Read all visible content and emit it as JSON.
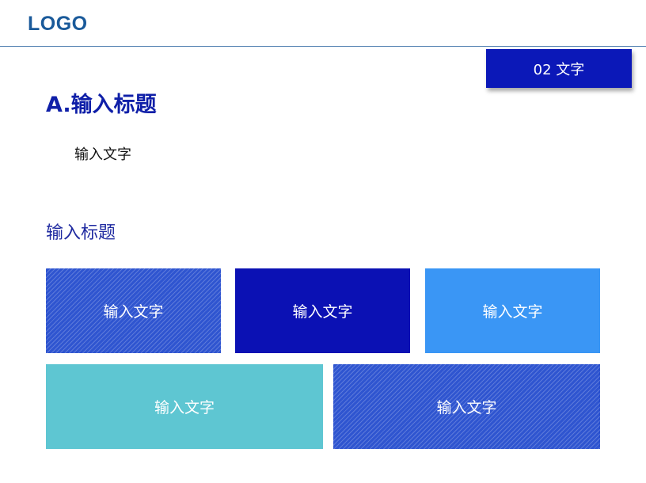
{
  "header": {
    "logo": "LOGO"
  },
  "section_tag": {
    "label": "02 文字",
    "color": "#0b18b8"
  },
  "main": {
    "title": "A.输入标题",
    "body_text": "输入文字",
    "subtitle": "输入标题"
  },
  "boxes": [
    {
      "label": "输入文字",
      "color": "#2f55d0",
      "pattern": "diagonal-hatch"
    },
    {
      "label": "输入文字",
      "color": "#0b11b4",
      "pattern": "solid"
    },
    {
      "label": "输入文字",
      "color": "#3a96f5",
      "pattern": "solid"
    },
    {
      "label": "输入文字",
      "color": "#5ec6d2",
      "pattern": "solid"
    },
    {
      "label": "输入文字",
      "color": "#2f55d0",
      "pattern": "diagonal-hatch"
    }
  ]
}
